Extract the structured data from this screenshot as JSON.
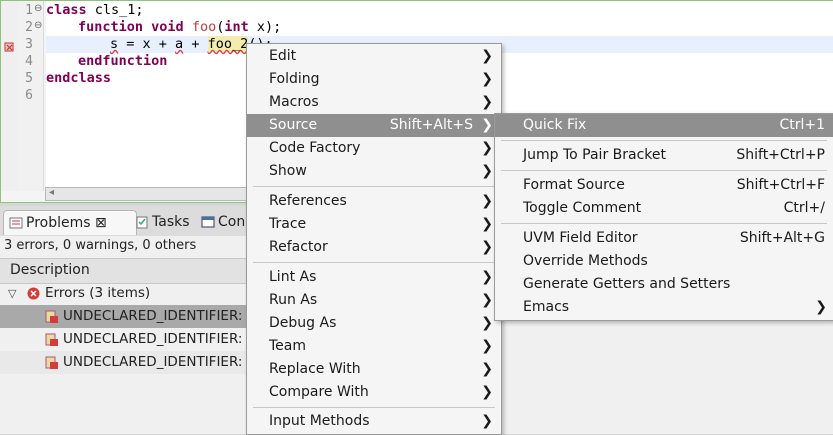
{
  "editor": {
    "line_numbers": [
      "1",
      "2",
      "3",
      "4",
      "5",
      "6"
    ],
    "lines": {
      "l1": {
        "kw1": "class",
        "rest": " cls_1;"
      },
      "l2": {
        "kw1": "function",
        "kw2": "void",
        "fn": "foo",
        "p1": "(",
        "kw3": "int",
        "p2": " x);"
      },
      "l3": {
        "a": "s",
        "b": " = x + ",
        "c": "a",
        "d": " + ",
        "e": "foo_2",
        "f": "();"
      },
      "l4": {
        "kw1": "endfunction"
      },
      "l5": {
        "kw1": "endclass"
      }
    }
  },
  "problems": {
    "tabs": [
      {
        "label": "Problems ⊠",
        "icon": "problems-icon"
      },
      {
        "label": "Tasks",
        "icon": "tasks-icon"
      },
      {
        "label": "Con",
        "icon": "console-icon"
      }
    ],
    "summary": "3 errors, 0 warnings, 0 others",
    "column": "Description",
    "group": "Errors (3 items)",
    "rows": [
      "UNDECLARED_IDENTIFIER:",
      "UNDECLARED_IDENTIFIER:",
      "UNDECLARED_IDENTIFIER:"
    ]
  },
  "context_menu": {
    "items": [
      {
        "label": "Edit"
      },
      {
        "label": "Folding"
      },
      {
        "label": "Macros"
      },
      {
        "label": "Source",
        "accel": "Shift+Alt+S"
      },
      {
        "label": "Code Factory"
      },
      {
        "label": "Show"
      },
      {
        "label": "References"
      },
      {
        "label": "Trace"
      },
      {
        "label": "Refactor"
      },
      {
        "label": "Lint As"
      },
      {
        "label": "Run As"
      },
      {
        "label": "Debug As"
      },
      {
        "label": "Team"
      },
      {
        "label": "Replace With"
      },
      {
        "label": "Compare With"
      },
      {
        "label": "Input Methods"
      }
    ]
  },
  "source_submenu": {
    "items": [
      {
        "label": "Quick Fix",
        "accel": "Ctrl+1"
      },
      {
        "label": "Jump To Pair Bracket",
        "accel": "Shift+Ctrl+P"
      },
      {
        "label": "Format Source",
        "accel": "Shift+Ctrl+F"
      },
      {
        "label": "Toggle Comment",
        "accel": "Ctrl+/"
      },
      {
        "label": "UVM Field Editor",
        "accel": "Shift+Alt+G"
      },
      {
        "label": "Override Methods"
      },
      {
        "label": "Generate Getters and Setters"
      },
      {
        "label": "Emacs"
      }
    ]
  },
  "colors": {
    "keyword": "#7f0055",
    "function": "#c43a3a",
    "menu_active": "#8f8f8f",
    "error": "#e04040"
  }
}
